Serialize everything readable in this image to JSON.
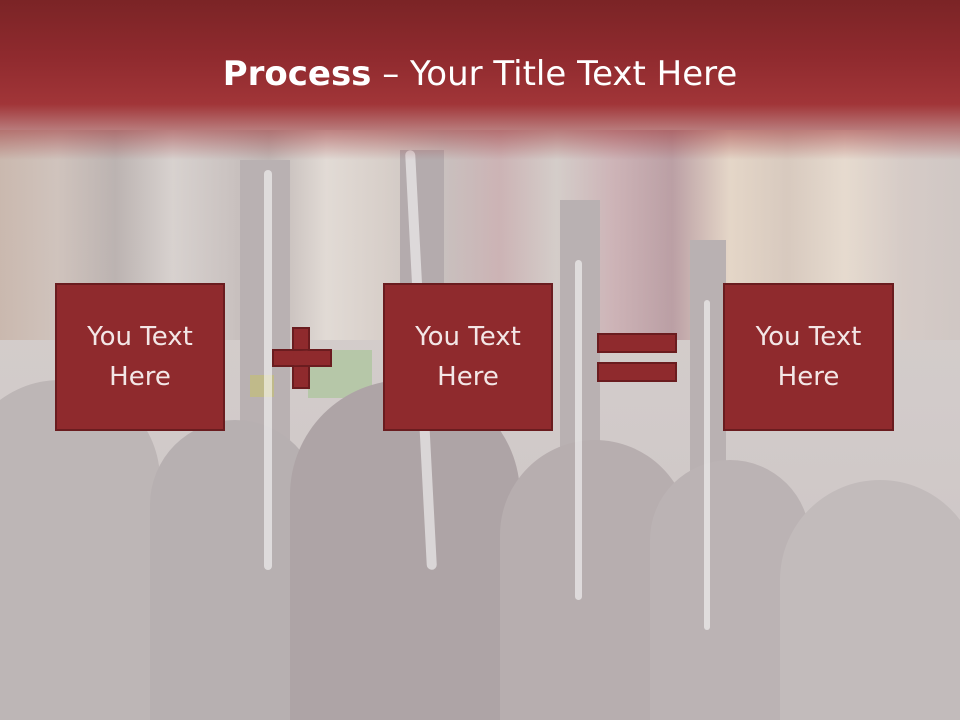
{
  "slide": {
    "title_bold": "Process",
    "title_rest": " – Your Title Text Here"
  },
  "process": {
    "steps": [
      {
        "line1": "You Text",
        "line2": "Here"
      },
      {
        "line1": "You Text",
        "line2": "Here"
      },
      {
        "line1": "You Text",
        "line2": "Here"
      }
    ],
    "operators": [
      "plus-icon",
      "equals-icon"
    ]
  },
  "colors": {
    "title_band": "#8f2a2e",
    "box_fill": "#8f2a2d",
    "box_border": "#6a1c1f",
    "title_text": "#ffffff"
  }
}
